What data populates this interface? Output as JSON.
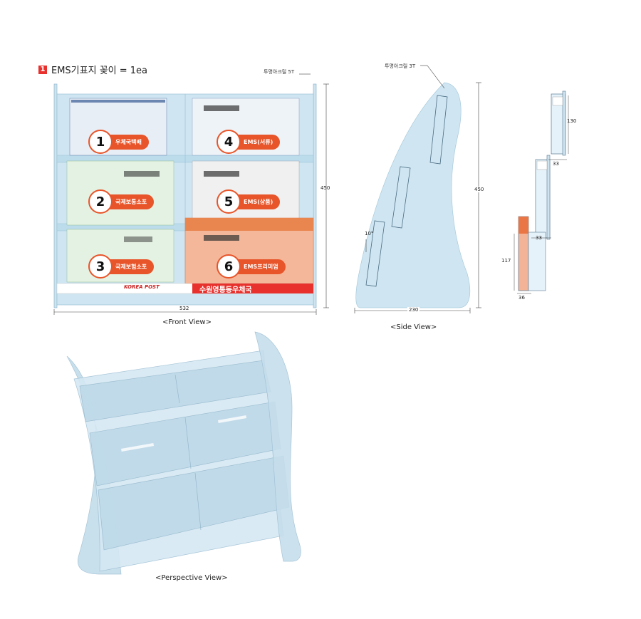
{
  "title": {
    "number": "1",
    "text": "EMS기표지 꽂이 = 1ea"
  },
  "front_view": {
    "material_note": "투명아크릴 5T",
    "height_dim": "450",
    "width_dim": "532",
    "caption": "<Front View>",
    "pockets": [
      {
        "number": "1",
        "label": "우체국택배"
      },
      {
        "number": "2",
        "label": "국제보통소포"
      },
      {
        "number": "3",
        "label": "국제보험소포"
      },
      {
        "number": "4",
        "label": "EMS(서류)"
      },
      {
        "number": "5",
        "label": "EMS(상품)"
      },
      {
        "number": "6",
        "label": "EMS프리미엄"
      }
    ],
    "footer_brand": "KOREA POST",
    "footer_office": "수원영통동우체국"
  },
  "side_view": {
    "material_note": "투명아크릴 3T",
    "height_dim": "450",
    "width_dim": "230",
    "angle": "10°",
    "caption": "<Side View>"
  },
  "detail_view": {
    "dim_top_height": "130",
    "dim_top_depth": "33",
    "dim_mid_depth": "33",
    "dim_bottom_height": "117",
    "dim_bottom_depth": "36"
  },
  "perspective_view": {
    "caption": "<Perspective View>"
  },
  "colors": {
    "accent": "#e8552a",
    "acrylic": "#cfe6f2",
    "red_band": "#e8312d"
  }
}
